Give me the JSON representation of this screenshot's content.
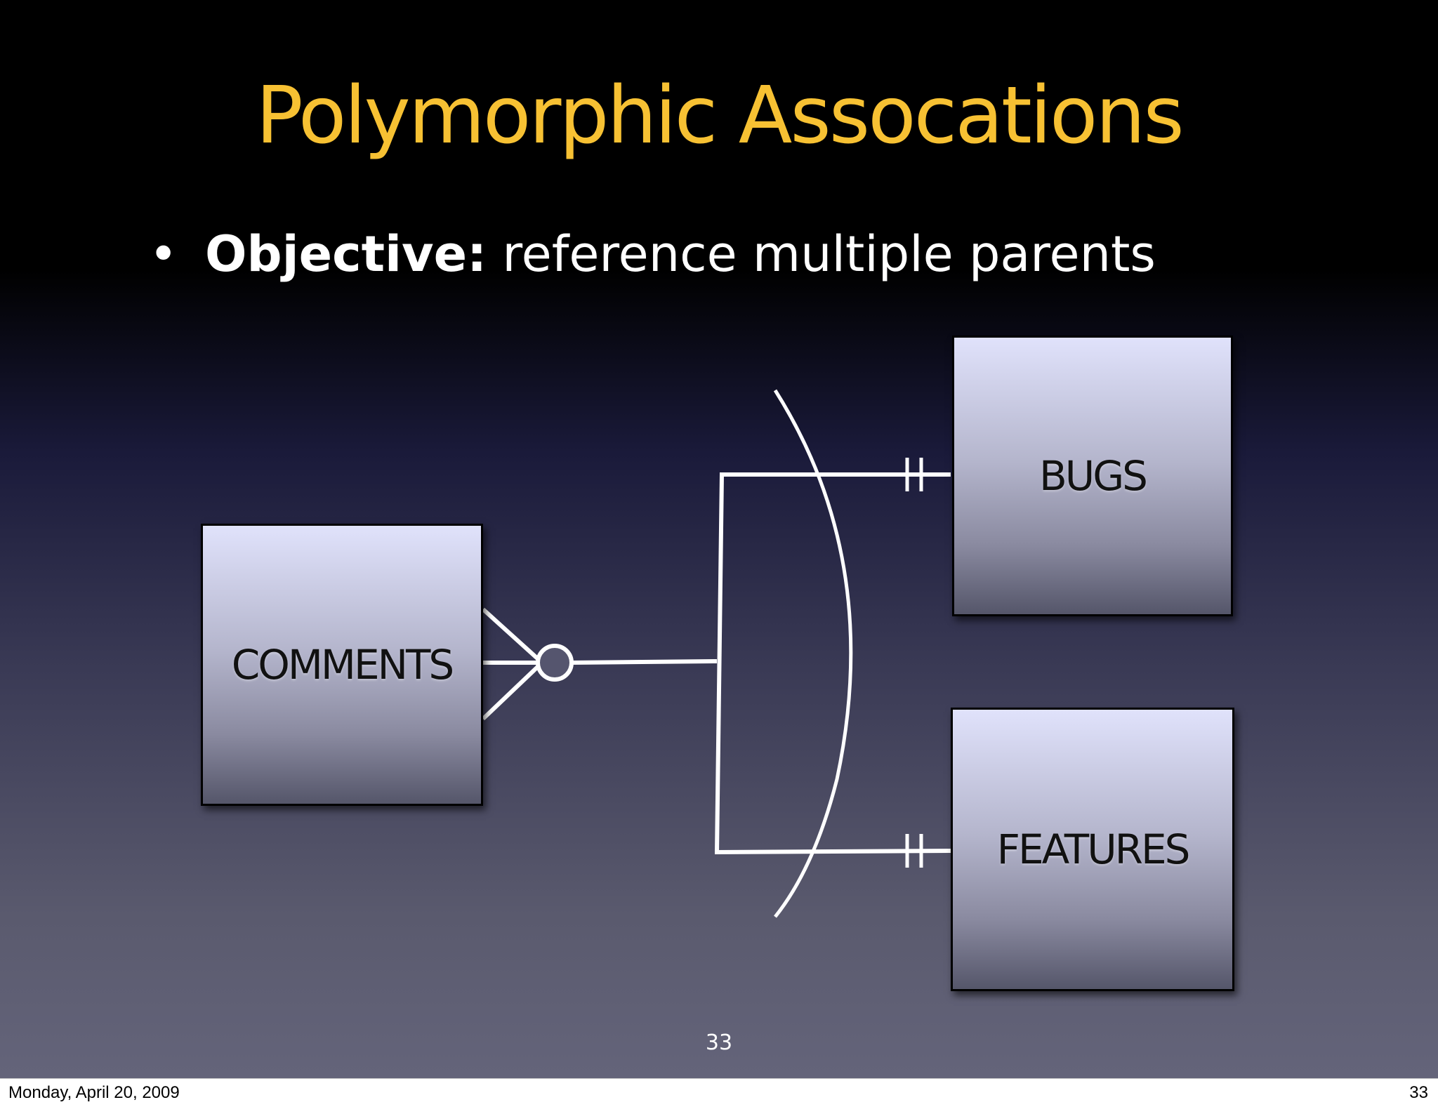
{
  "slide": {
    "title": "Polymorphic Assocations",
    "bullet": {
      "glyph": "•",
      "bold": "Objective:",
      "text": " reference multiple parents"
    },
    "page_number": "33"
  },
  "diagram": {
    "entities": {
      "comments": "COMMENTS",
      "bugs": "BUGS",
      "features": "FEATURES"
    },
    "line_color": "#ffffff"
  },
  "footer": {
    "date": "Monday, April 20, 2009",
    "page": "33"
  },
  "colors": {
    "title": "#f7c133",
    "text": "#ffffff",
    "entity_text": "#111111"
  }
}
